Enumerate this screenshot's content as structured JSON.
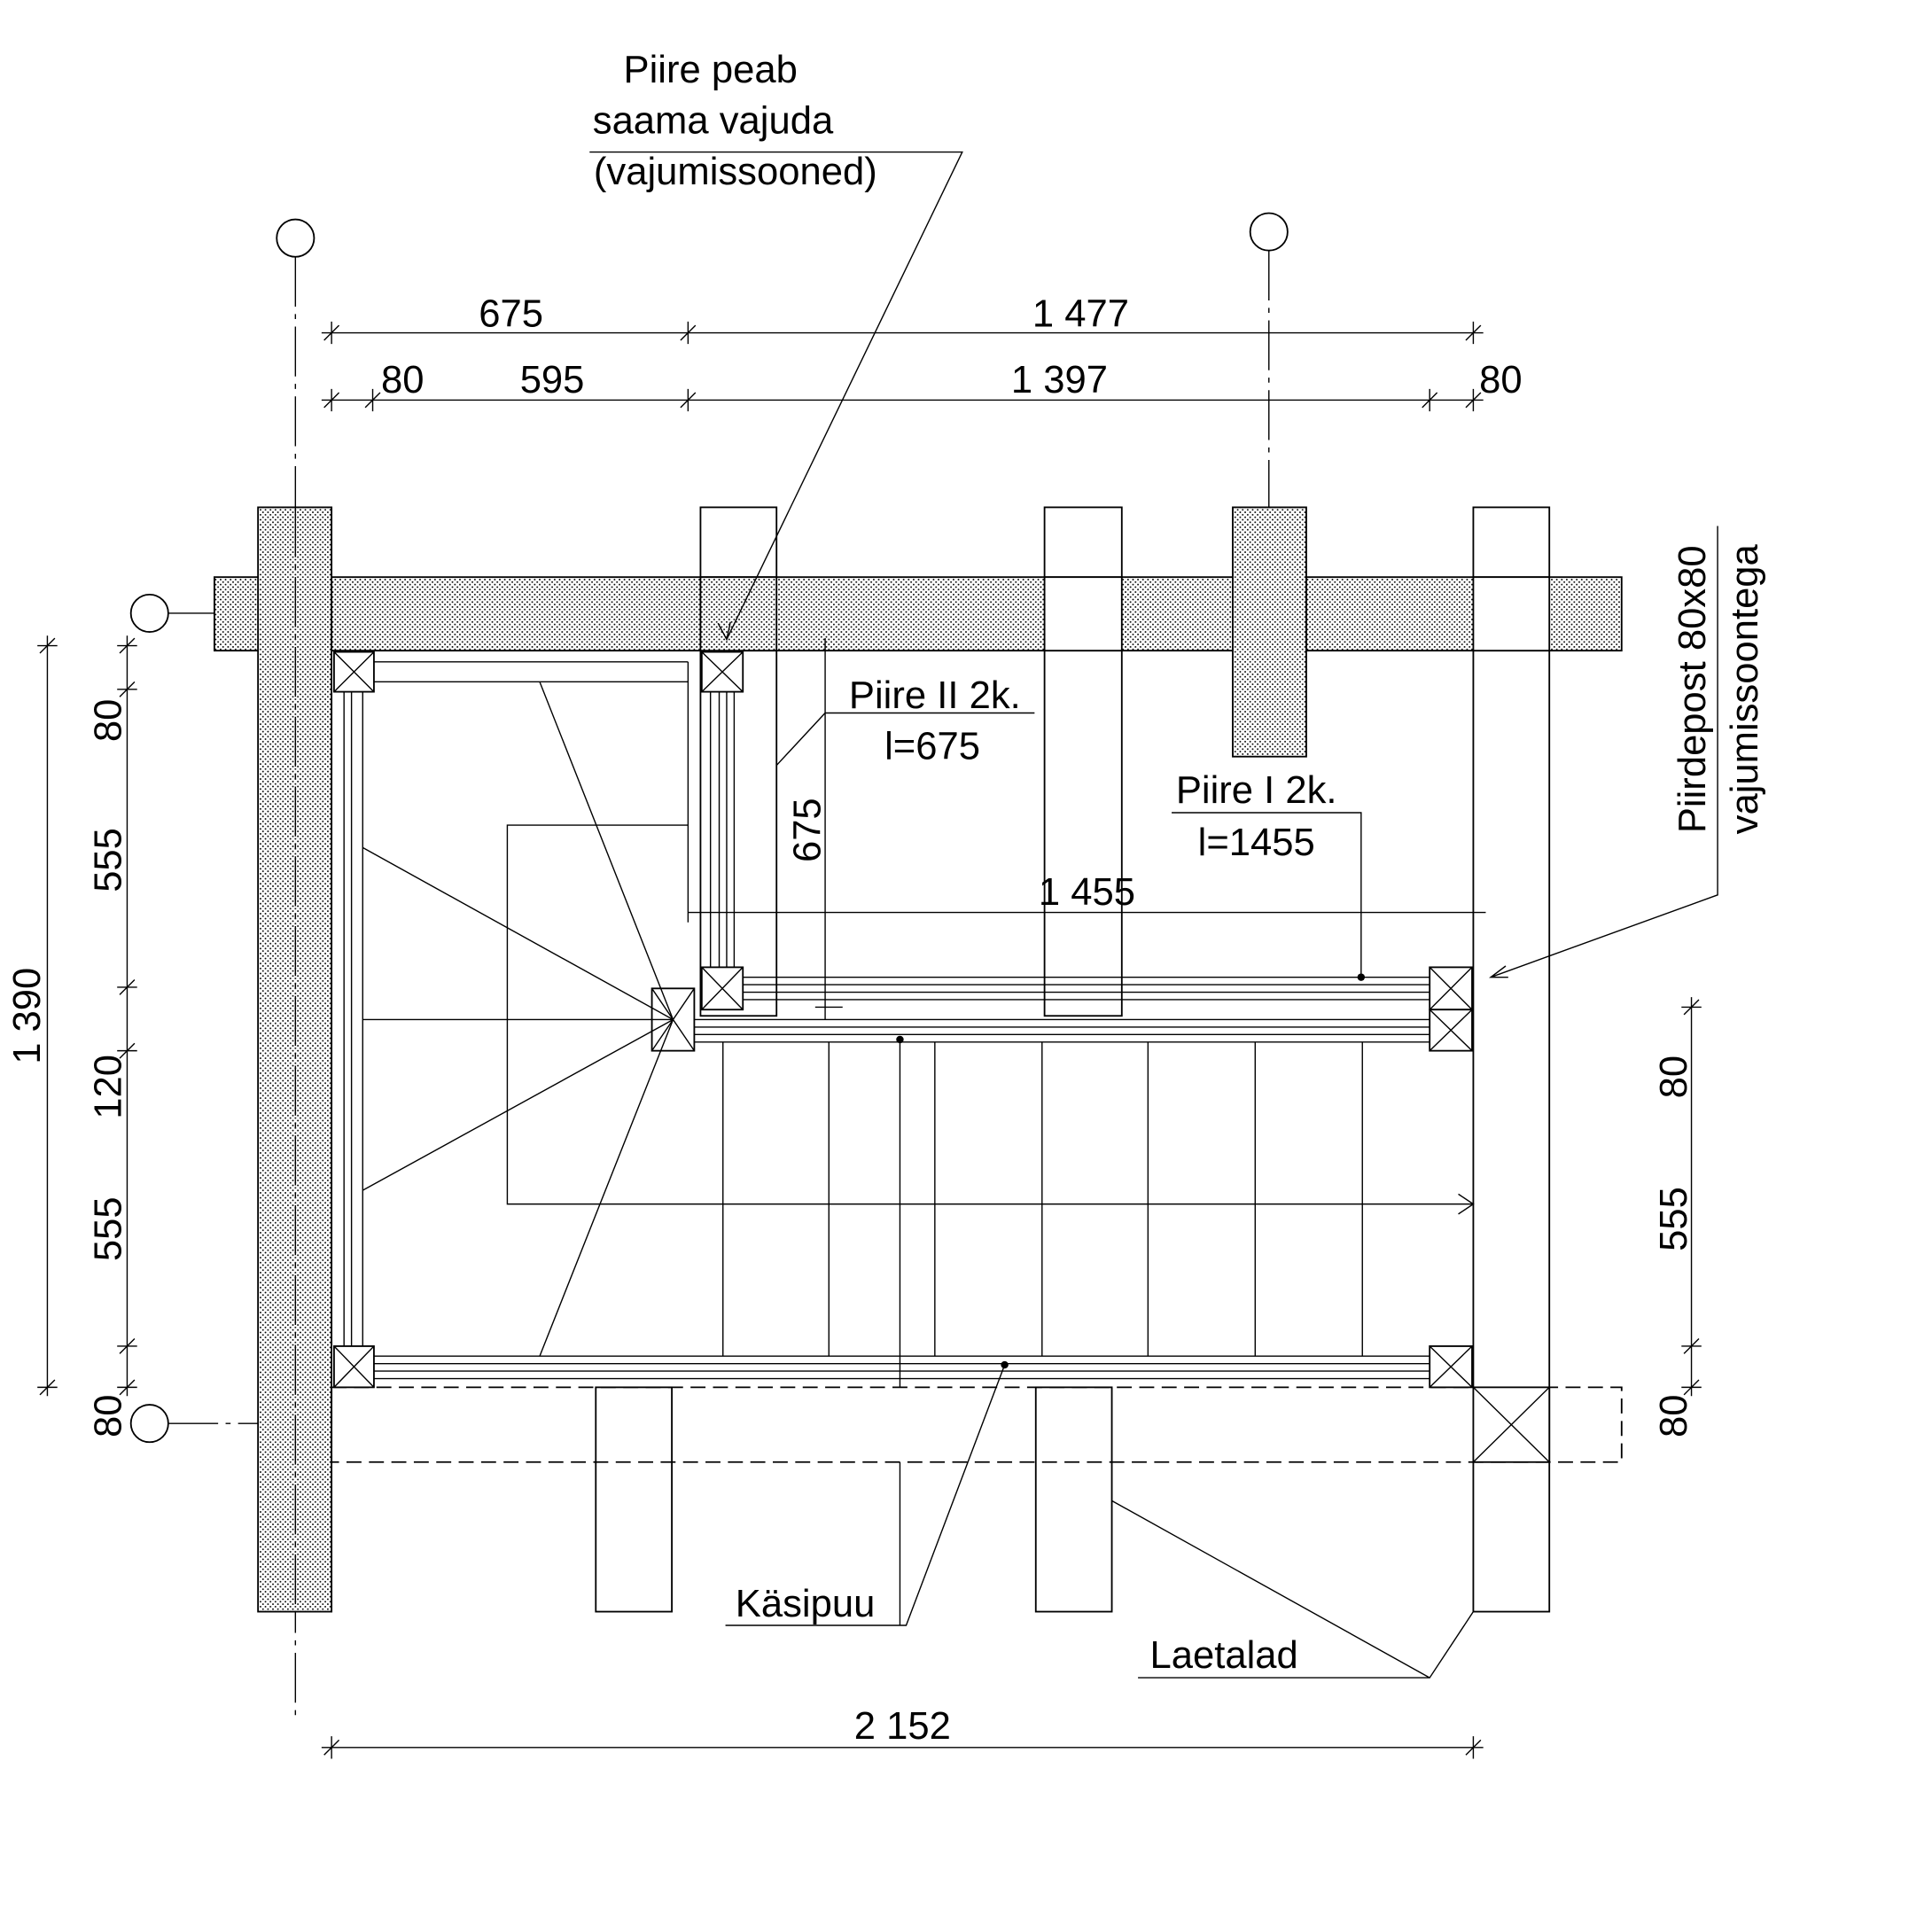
{
  "annotations": {
    "note_top": [
      "Piire peab",
      "saama vajuda",
      "(vajumissooned)"
    ],
    "piire_ii": [
      "Piire II  2k.",
      "l=675"
    ],
    "piire_i": [
      "Piire I  2k.",
      "l=1455"
    ],
    "piirdepost": [
      "Piirdepost 80x80",
      "vajumissoontega"
    ],
    "kasipuu": "Käsipuu",
    "laetalad": "Laetalad"
  },
  "dimensions": {
    "top_row1": [
      "675",
      "1 477"
    ],
    "top_row2": [
      "80",
      "595",
      "1 397",
      "80"
    ],
    "left_total": "1 390",
    "left_parts": [
      "80",
      "555",
      "120",
      "555",
      "80"
    ],
    "right_parts": [
      "80",
      "555",
      "80"
    ],
    "inner_675": "675",
    "inner_1455": "1 455",
    "bottom_total": "2 152"
  }
}
